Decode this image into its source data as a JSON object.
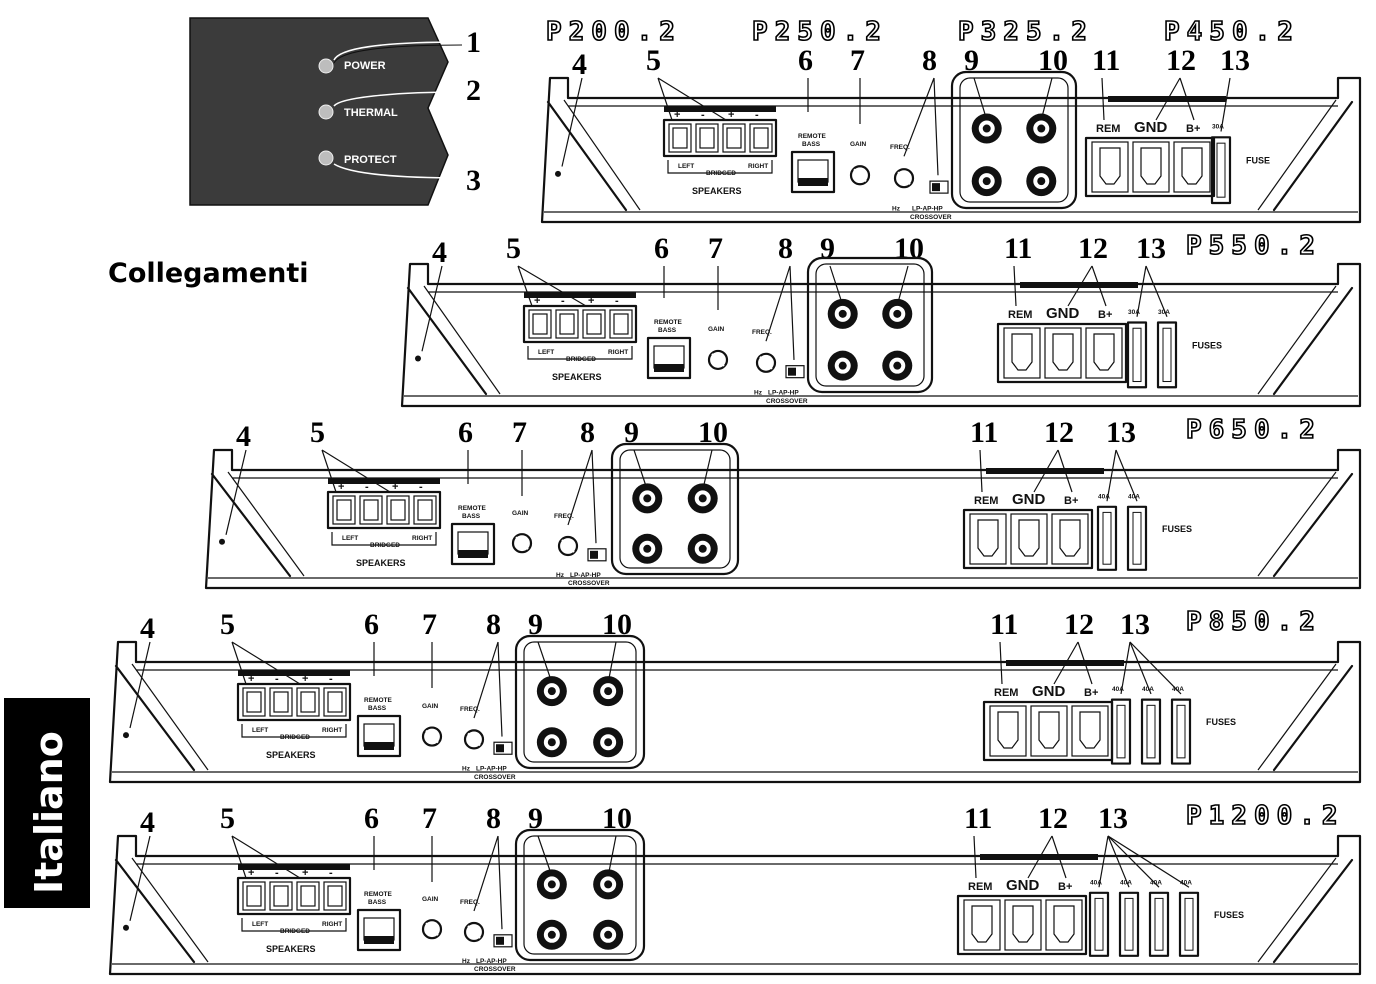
{
  "section_title": "Collegamenti",
  "language_tab": "Italiano",
  "led_panel": {
    "items": [
      {
        "label": "POWER",
        "num": "1"
      },
      {
        "label": "THERMAL",
        "num": "2"
      },
      {
        "label": "PROTECT",
        "num": "3"
      }
    ]
  },
  "panel_labels": {
    "speakers": "SPEAKERS",
    "left": "LEFT",
    "right": "RIGHT",
    "bridged": "BRIDGED",
    "remote_bass_1": "REMOTE",
    "remote_bass_2": "BASS",
    "gain": "GAIN",
    "freq": "FREQ.",
    "hz": "Hz",
    "crossover_1": "LP-AP-HP",
    "crossover_2": "CROSSOVER",
    "rem": "REM",
    "gnd": "GND",
    "bplus": "B+",
    "fuse": "FUSE",
    "fuses": "FUSES",
    "plus": "+",
    "minus": "-"
  },
  "callouts": [
    "4",
    "5",
    "6",
    "7",
    "8",
    "9",
    "10",
    "11",
    "12",
    "13"
  ],
  "amplifiers": [
    {
      "models": [
        "P200.2",
        "P250.2",
        "P325.2",
        "P450.2"
      ],
      "fuse_ratings": [
        "30A"
      ],
      "fuse_label": "FUSE"
    },
    {
      "models": [
        "P550.2"
      ],
      "fuse_ratings": [
        "30A",
        "30A"
      ],
      "fuse_label": "FUSES"
    },
    {
      "models": [
        "P650.2"
      ],
      "fuse_ratings": [
        "40A",
        "40A"
      ],
      "fuse_label": "FUSES"
    },
    {
      "models": [
        "P850.2"
      ],
      "fuse_ratings": [
        "40A",
        "40A",
        "40A"
      ],
      "fuse_label": "FUSES"
    },
    {
      "models": [
        "P1200.2"
      ],
      "fuse_ratings": [
        "40A",
        "40A",
        "40A",
        "40A"
      ],
      "fuse_label": "FUSES"
    }
  ]
}
